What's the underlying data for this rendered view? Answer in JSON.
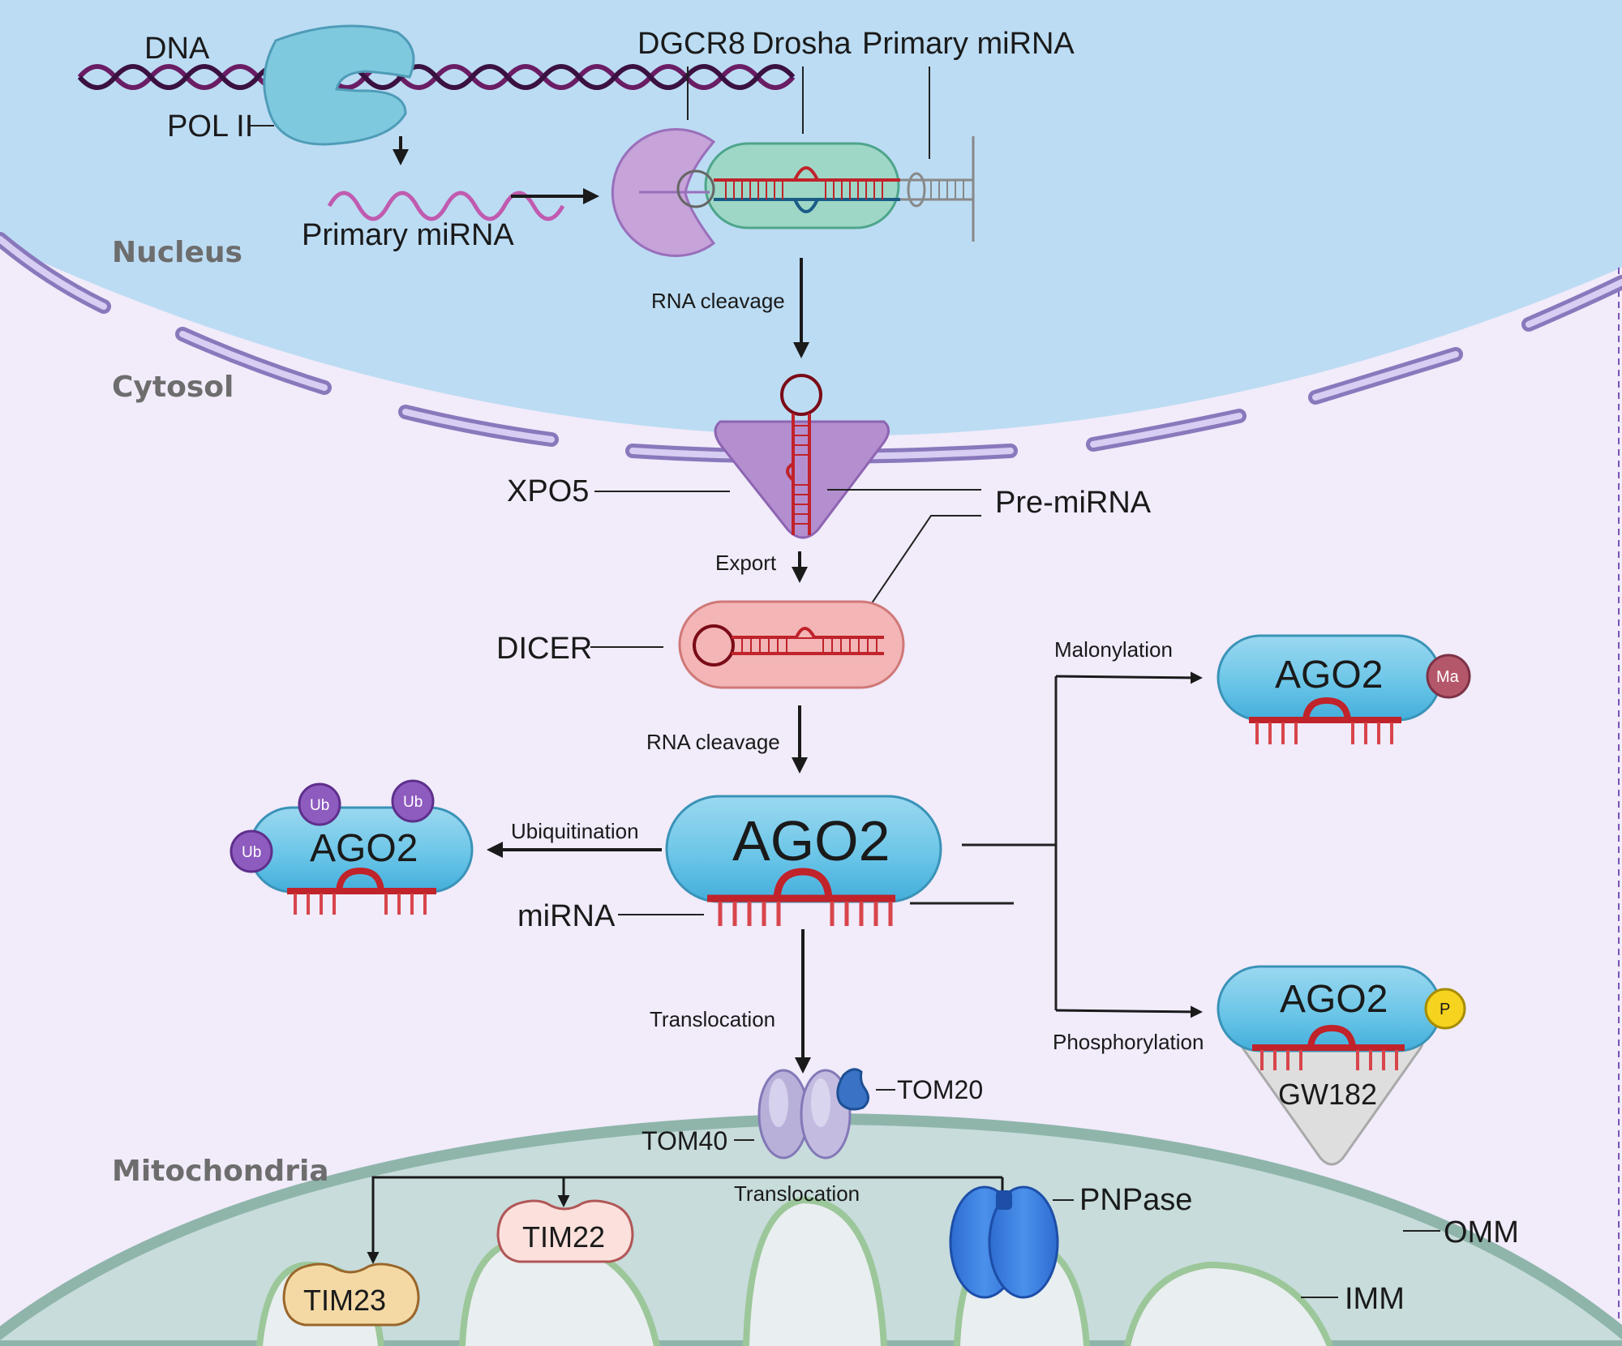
{
  "regions": {
    "nucleus": "Nucleus",
    "cytosol": "Cytosol",
    "mitochondria": "Mitochondria"
  },
  "labels": {
    "dna": "DNA",
    "pol2": "POL II",
    "primary_mirna_left": "Primary miRNA",
    "dgcr8": "DGCR8",
    "drosha": "Drosha",
    "primary_mirna_top": "Primary miRNA",
    "rna_cleavage_1": "RNA cleavage",
    "xpo5": "XPO5",
    "pre_mirna": "Pre-miRNA",
    "export": "Export",
    "dicer": "DICER",
    "rna_cleavage_2": "RNA cleavage",
    "ago2_center": "AGO2",
    "mirna": "miRNA",
    "ubiquitination": "Ubiquitination",
    "ago2_ub": "AGO2",
    "ub": "Ub",
    "malonylation": "Malonylation",
    "ago2_ma": "AGO2",
    "ma": "Ma",
    "phosphorylation": "Phosphorylation",
    "ago2_p": "AGO2",
    "p": "P",
    "gw182": "GW182",
    "translocation_1": "Translocation",
    "tom20": "TOM20",
    "tom40": "TOM40",
    "translocation_2": "Translocation",
    "pnpase": "PNPase",
    "tim22": "TIM22",
    "tim23": "TIM23",
    "omm": "OMM",
    "imm": "IMM"
  },
  "colors": {
    "nucleus": "#bcdcf3",
    "cytosol": "#f1ebfa",
    "envelope": "#8a78bc",
    "ago2": "#6cc6e8",
    "mirna": "#c0232a",
    "ub": "#8e5bbf",
    "ma": "#b5576b",
    "phospho": "#f5d31f",
    "mito_outer": "#8fb5ab",
    "mito_inner": "#9cc79a"
  }
}
